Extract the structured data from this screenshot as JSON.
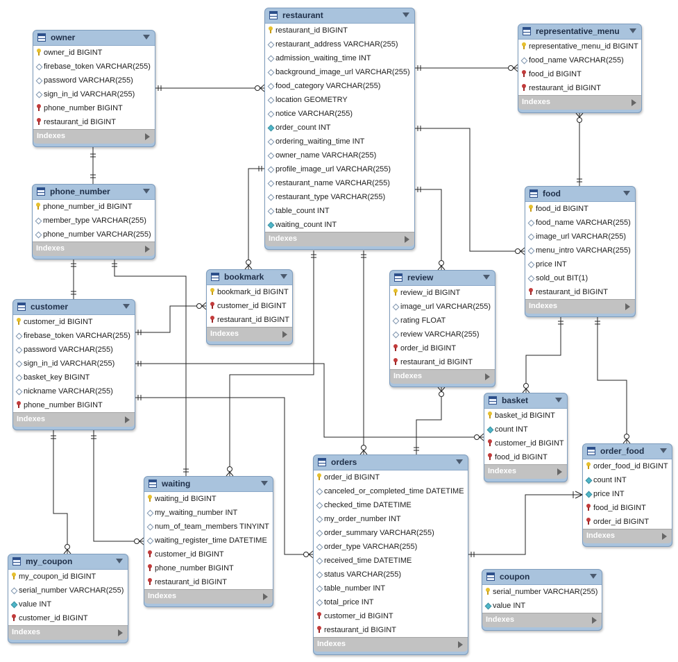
{
  "tables": [
    {
      "id": "owner",
      "name": "owner",
      "footer": "Indexes",
      "cols": [
        {
          "t": "owner_id BIGINT",
          "k": "pk"
        },
        {
          "t": "firebase_token VARCHAR(255)",
          "k": "col"
        },
        {
          "t": "password VARCHAR(255)",
          "k": "col"
        },
        {
          "t": "sign_in_id VARCHAR(255)",
          "k": "col"
        },
        {
          "t": "phone_number BIGINT",
          "k": "fk"
        },
        {
          "t": "restaurant_id BIGINT",
          "k": "fk"
        }
      ]
    },
    {
      "id": "restaurant",
      "name": "restaurant",
      "footer": "Indexes",
      "cols": [
        {
          "t": "restaurant_id BIGINT",
          "k": "pk"
        },
        {
          "t": "restaurant_address VARCHAR(255)",
          "k": "col"
        },
        {
          "t": "admission_waiting_time INT",
          "k": "col"
        },
        {
          "t": "background_image_url VARCHAR(255)",
          "k": "col"
        },
        {
          "t": "food_category VARCHAR(255)",
          "k": "col"
        },
        {
          "t": "location GEOMETRY",
          "k": "col"
        },
        {
          "t": "notice VARCHAR(255)",
          "k": "col"
        },
        {
          "t": "order_count INT",
          "k": "nn"
        },
        {
          "t": "ordering_waiting_time INT",
          "k": "col"
        },
        {
          "t": "owner_name VARCHAR(255)",
          "k": "col"
        },
        {
          "t": "profile_image_url VARCHAR(255)",
          "k": "col"
        },
        {
          "t": "restaurant_name VARCHAR(255)",
          "k": "col"
        },
        {
          "t": "restaurant_type VARCHAR(255)",
          "k": "col"
        },
        {
          "t": "table_count INT",
          "k": "col"
        },
        {
          "t": "waiting_count INT",
          "k": "nn"
        }
      ]
    },
    {
      "id": "representative_menu",
      "name": "representative_menu",
      "footer": "Indexes",
      "cols": [
        {
          "t": "representative_menu_id BIGINT",
          "k": "pk"
        },
        {
          "t": "food_name VARCHAR(255)",
          "k": "col"
        },
        {
          "t": "food_id BIGINT",
          "k": "fk"
        },
        {
          "t": "restaurant_id BIGINT",
          "k": "fk"
        }
      ]
    },
    {
      "id": "phone_number",
      "name": "phone_number",
      "footer": "Indexes",
      "cols": [
        {
          "t": "phone_number_id BIGINT",
          "k": "pk"
        },
        {
          "t": "member_type VARCHAR(255)",
          "k": "col"
        },
        {
          "t": "phone_number VARCHAR(255)",
          "k": "col"
        }
      ]
    },
    {
      "id": "food",
      "name": "food",
      "footer": "Indexes",
      "cols": [
        {
          "t": "food_id BIGINT",
          "k": "pk"
        },
        {
          "t": "food_name VARCHAR(255)",
          "k": "col"
        },
        {
          "t": "image_url VARCHAR(255)",
          "k": "col"
        },
        {
          "t": "menu_intro VARCHAR(255)",
          "k": "col"
        },
        {
          "t": "price INT",
          "k": "col"
        },
        {
          "t": "sold_out BIT(1)",
          "k": "col"
        },
        {
          "t": "restaurant_id BIGINT",
          "k": "fk"
        }
      ]
    },
    {
      "id": "bookmark",
      "name": "bookmark",
      "footer": "Indexes",
      "cols": [
        {
          "t": "bookmark_id BIGINT",
          "k": "pk"
        },
        {
          "t": "customer_id BIGINT",
          "k": "fk"
        },
        {
          "t": "restaurant_id BIGINT",
          "k": "fk"
        }
      ]
    },
    {
      "id": "review",
      "name": "review",
      "footer": "Indexes",
      "cols": [
        {
          "t": "review_id BIGINT",
          "k": "pk"
        },
        {
          "t": "image_url VARCHAR(255)",
          "k": "col"
        },
        {
          "t": "rating FLOAT",
          "k": "col"
        },
        {
          "t": "review VARCHAR(255)",
          "k": "col"
        },
        {
          "t": "order_id BIGINT",
          "k": "fk"
        },
        {
          "t": "restaurant_id BIGINT",
          "k": "fk"
        }
      ]
    },
    {
      "id": "customer",
      "name": "customer",
      "footer": "Indexes",
      "cols": [
        {
          "t": "customer_id BIGINT",
          "k": "pk"
        },
        {
          "t": "firebase_token VARCHAR(255)",
          "k": "col"
        },
        {
          "t": "password VARCHAR(255)",
          "k": "col"
        },
        {
          "t": "sign_in_id VARCHAR(255)",
          "k": "col"
        },
        {
          "t": "basket_key BIGINT",
          "k": "col"
        },
        {
          "t": "nickname VARCHAR(255)",
          "k": "col"
        },
        {
          "t": "phone_number BIGINT",
          "k": "fk"
        }
      ]
    },
    {
      "id": "basket",
      "name": "basket",
      "footer": "Indexes",
      "cols": [
        {
          "t": "basket_id BIGINT",
          "k": "pk"
        },
        {
          "t": "count INT",
          "k": "nn"
        },
        {
          "t": "customer_id BIGINT",
          "k": "fk"
        },
        {
          "t": "food_id BIGINT",
          "k": "fk"
        }
      ]
    },
    {
      "id": "order_food",
      "name": "order_food",
      "footer": "Indexes",
      "cols": [
        {
          "t": "order_food_id BIGINT",
          "k": "pk"
        },
        {
          "t": "count INT",
          "k": "nn"
        },
        {
          "t": "price INT",
          "k": "nn"
        },
        {
          "t": "food_id BIGINT",
          "k": "fk"
        },
        {
          "t": "order_id BIGINT",
          "k": "fk"
        }
      ]
    },
    {
      "id": "orders",
      "name": "orders",
      "footer": "Indexes",
      "cols": [
        {
          "t": "order_id BIGINT",
          "k": "pk"
        },
        {
          "t": "canceled_or_completed_time DATETIME",
          "k": "col"
        },
        {
          "t": "checked_time DATETIME",
          "k": "col"
        },
        {
          "t": "my_order_number INT",
          "k": "col"
        },
        {
          "t": "order_summary VARCHAR(255)",
          "k": "col"
        },
        {
          "t": "order_type VARCHAR(255)",
          "k": "col"
        },
        {
          "t": "received_time DATETIME",
          "k": "col"
        },
        {
          "t": "status VARCHAR(255)",
          "k": "col"
        },
        {
          "t": "table_number INT",
          "k": "col"
        },
        {
          "t": "total_price INT",
          "k": "col"
        },
        {
          "t": "customer_id BIGINT",
          "k": "fk"
        },
        {
          "t": "restaurant_id BIGINT",
          "k": "fk"
        }
      ]
    },
    {
      "id": "waiting",
      "name": "waiting",
      "footer": "Indexes",
      "cols": [
        {
          "t": "waiting_id BIGINT",
          "k": "pk"
        },
        {
          "t": "my_waiting_number INT",
          "k": "col"
        },
        {
          "t": "num_of_team_members TINYINT",
          "k": "col"
        },
        {
          "t": "waiting_register_time DATETIME",
          "k": "col"
        },
        {
          "t": "customer_id BIGINT",
          "k": "fk"
        },
        {
          "t": "phone_number BIGINT",
          "k": "fk"
        },
        {
          "t": "restaurant_id BIGINT",
          "k": "fk"
        }
      ]
    },
    {
      "id": "my_coupon",
      "name": "my_coupon",
      "footer": "Indexes",
      "cols": [
        {
          "t": "my_coupon_id BIGINT",
          "k": "pk"
        },
        {
          "t": "serial_number VARCHAR(255)",
          "k": "col"
        },
        {
          "t": "value INT",
          "k": "nn"
        },
        {
          "t": "customer_id BIGINT",
          "k": "fk"
        }
      ]
    },
    {
      "id": "coupon",
      "name": "coupon",
      "footer": "Indexes",
      "cols": [
        {
          "t": "serial_number VARCHAR(255)",
          "k": "pk"
        },
        {
          "t": "value INT",
          "k": "nn"
        }
      ]
    }
  ]
}
